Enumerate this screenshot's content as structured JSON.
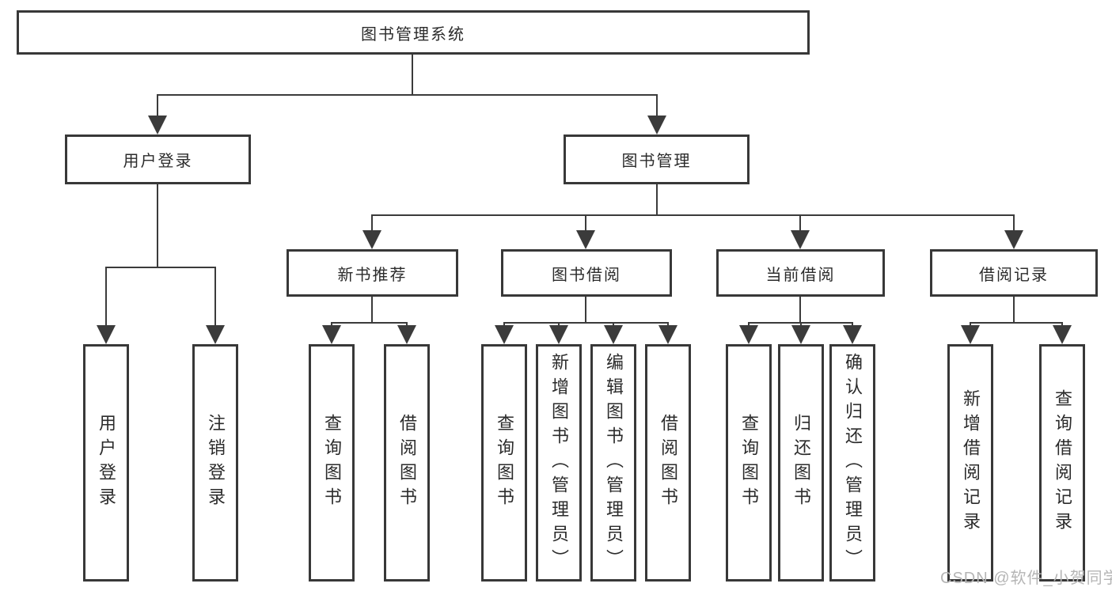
{
  "diagram": {
    "root": {
      "label": "图书管理系统"
    },
    "branches": {
      "user_login": {
        "label": "用户登录",
        "children": [
          {
            "label": "用户登录"
          },
          {
            "label": "注销登录"
          }
        ]
      },
      "book_management": {
        "label": "图书管理",
        "children": [
          {
            "label": "新书推荐",
            "children": [
              {
                "label": "查询图书"
              },
              {
                "label": "借阅图书"
              }
            ]
          },
          {
            "label": "图书借阅",
            "children": [
              {
                "label": "查询图书"
              },
              {
                "label": "新增图书（管理员）"
              },
              {
                "label": "编辑图书（管理员）"
              },
              {
                "label": "借阅图书"
              }
            ]
          },
          {
            "label": "当前借阅",
            "children": [
              {
                "label": "查询图书"
              },
              {
                "label": "归还图书"
              },
              {
                "label": "确认归还（管理员）"
              }
            ]
          },
          {
            "label": "借阅记录",
            "children": [
              {
                "label": "新增借阅记录"
              },
              {
                "label": "查询借阅记录"
              }
            ]
          }
        ]
      }
    },
    "colors": {
      "line": "#3b3b3b",
      "border": "#383838",
      "text": "#2b2b2b"
    }
  },
  "watermark": {
    "text": "CSDN @软件_小贺同学",
    "color": "#b5b5b5"
  }
}
